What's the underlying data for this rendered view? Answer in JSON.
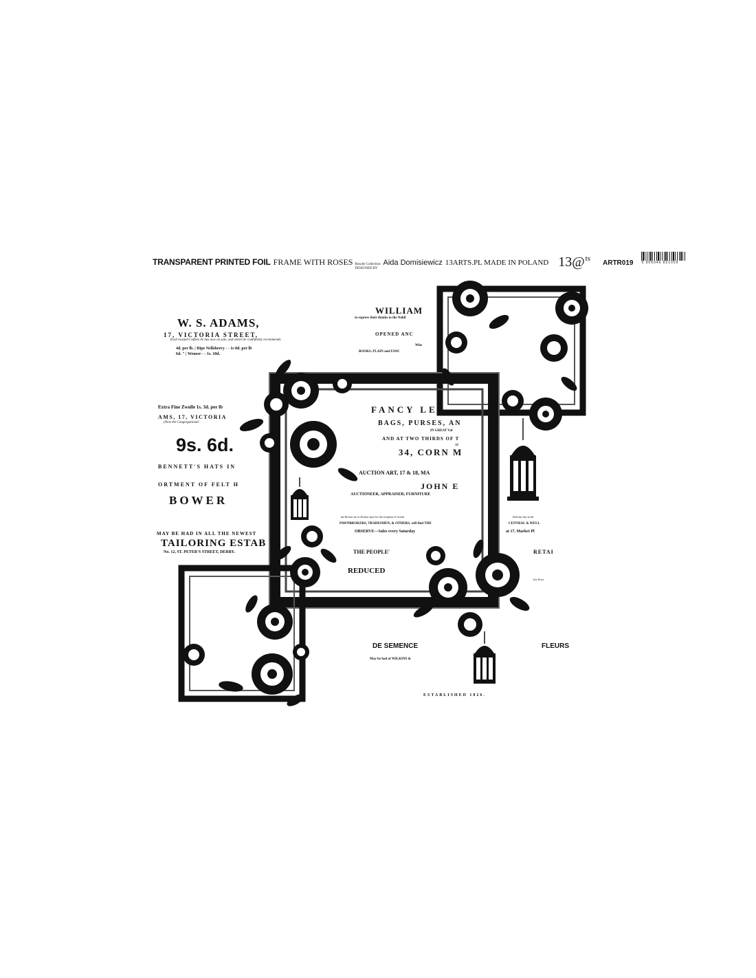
{
  "header": {
    "product": "TRANSPARENT PRINTED FOIL",
    "name": "FRAME WITH ROSES",
    "collection_small": "Rosalie Collection",
    "designed_by": "DESIGNED BY",
    "designer": "Aida Domisiewicz",
    "site": "13ARTS.PL MADE IN POLAND",
    "logo_main": "13@",
    "logo_sub": "ts",
    "code": "ARTR019",
    "barcode_number": "5 906046 821003"
  },
  "texts": {
    "ws_adams": "W. S. ADAMS,",
    "victoria_street": "17, VICTORIA STREET,",
    "fresh_roasted": "fresh roasted Coffees he has now on sale, and which he confidently recommends",
    "price_line1": "4d. per lb.  |  Ripe Nellsherry  -  -  1s  8d. per lb",
    "price_line2": "6d.  \"       |  Wenzer          -  -  1s. 10d.",
    "extra_fine": "Extra Fine Zwolle 1s. 3d. per lb",
    "ams_victoria": "AMS, 17, VICTORIA",
    "next_congregational": "(Next the Congregational",
    "nine_s": "9s. 6d.",
    "bennetts": "BENNETT'S HATS IN",
    "ortment": "ORTMENT OF FELT H",
    "bower": "BOWER",
    "may_be_had": "MAY BE HAD IN ALL THE NEWEST",
    "tailoring": "TAILORING ESTAB",
    "petres": "No. 12, ST. PETER'S STREET, DERBY.",
    "william": "WILLIAM",
    "express_thanks": "to express their thanks to the Nobil",
    "opened_and": "OPENED ANC",
    "whe": "Whe",
    "books": "BOOKS, PLAIN and FANC",
    "fancy": "FANCY LE",
    "bags": "BAGS, PURSES, AN",
    "in_great": "IN GREAT Val",
    "at_two_thirds": "AND AT TWO THIRDS OF T",
    "at_small": "AT",
    "corn": "34, CORN M",
    "auction": "AUCTION  ART, 17 & 18, MA",
    "john": "JOHN E",
    "auctioneer": "AUCTIONEER, APPRAISER, FURNITURE",
    "rooms_open": "the Rooms are at all time open for the reception of Goods.",
    "pawnbrokers": "PAWNBROKERS, TRADESMEN, & OTHERS, will find THE",
    "observe": "OBSERVE—Sales every Saturday",
    "the_people": "THE PEOPLE'",
    "reduced": "REDUCED",
    "held_any_day": "held any day in the",
    "central_well": "CENTRAL & WELL",
    "at17_market": "at 17, Market Pl",
    "retai": "RETAI",
    "low_price": "low Price.",
    "de_semence": "DE SEMENCE",
    "fleurs": "FLEURS",
    "may_be_had_wilkins": "May be had of WILKINS &",
    "established": "ESTABLISHED 1826."
  },
  "colors": {
    "ink": "#111111",
    "paper": "#ffffff"
  }
}
